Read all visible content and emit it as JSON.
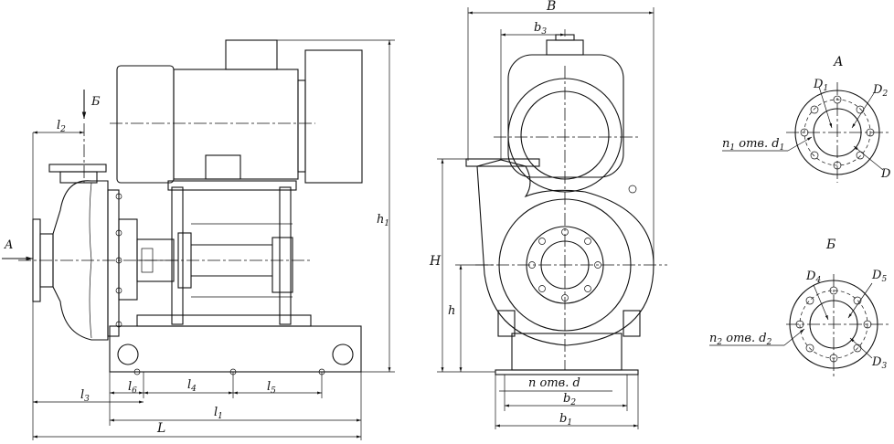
{
  "side_view": {
    "flow_arrow_label": "A",
    "top_arrow_label": "Б",
    "dims": {
      "l2": "l",
      "l2_sub": "2",
      "h1": "h",
      "h1_sub": "1",
      "l3": "l",
      "l3_sub": "3",
      "l6": "l",
      "l6_sub": "6",
      "l4": "l",
      "l4_sub": "4",
      "l5": "l",
      "l5_sub": "5",
      "l1": "l",
      "l1_sub": "1",
      "L": "L"
    }
  },
  "front_view": {
    "dims": {
      "B": "B",
      "b3": "b",
      "b3_sub": "3",
      "H": "H",
      "h": "h",
      "holes": "n отв. d",
      "b2": "b",
      "b2_sub": "2",
      "b1": "b",
      "b1_sub": "1"
    }
  },
  "flange_a": {
    "title": "А",
    "D1": "D",
    "D1_sub": "1",
    "D2": "D",
    "D2_sub": "2",
    "D": "D",
    "holes_n": "n",
    "holes_n_sub": "1",
    "holes_mid": " отв. ",
    "holes_d": "d",
    "holes_d_sub": "1"
  },
  "flange_b": {
    "title": "Б",
    "D4": "D",
    "D4_sub": "4",
    "D5": "D",
    "D5_sub": "5",
    "D3": "D",
    "D3_sub": "3",
    "holes_n": "n",
    "holes_n_sub": "2",
    "holes_mid": " отв. ",
    "holes_d": "d",
    "holes_d_sub": "2"
  }
}
